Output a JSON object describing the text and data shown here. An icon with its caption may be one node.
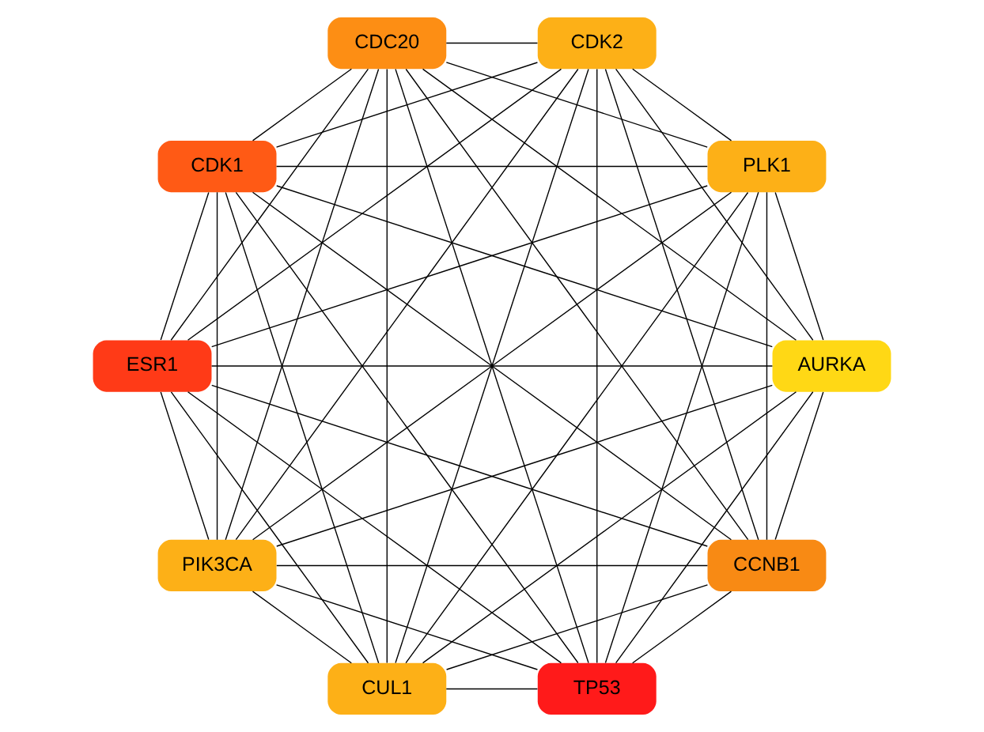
{
  "diagram": {
    "nodes": [
      {
        "text": [
          "CCNB1"
        ]
      },
      {
        "text": [
          "AURKA"
        ]
      },
      {
        "text": [
          "CUL1"
        ]
      },
      {
        "text": [
          "PIK3CA"
        ]
      },
      {
        "text": [
          "ESR1"
        ]
      },
      {
        "text": [
          "CDK1"
        ]
      },
      {
        "text": [
          "CDC20"
        ]
      },
      {
        "text": [
          "CDK2"
        ]
      },
      {
        "text": [
          "PLK1"
        ]
      },
      {
        "text": [
          "TP53"
        ]
      }
    ],
    "edges": [
      {
        "from": 0,
        "to": 1,
        "arrow": "none"
      },
      {
        "from": 0,
        "to": 2,
        "arrow": "none"
      },
      {
        "from": 0,
        "to": 3,
        "arrow": "none"
      },
      {
        "from": 0,
        "to": 4,
        "arrow": "none"
      },
      {
        "from": 0,
        "to": 5,
        "arrow": "none"
      },
      {
        "from": 0,
        "to": 6,
        "arrow": "none"
      },
      {
        "from": 0,
        "to": 7,
        "arrow": "none"
      },
      {
        "from": 0,
        "to": 8,
        "arrow": "none"
      },
      {
        "from": 0,
        "to": 9,
        "arrow": "none"
      },
      {
        "from": 1,
        "to": 2,
        "arrow": "none"
      },
      {
        "from": 1,
        "to": 3,
        "arrow": "none"
      },
      {
        "from": 1,
        "to": 4,
        "arrow": "none"
      },
      {
        "from": 1,
        "to": 5,
        "arrow": "none"
      },
      {
        "from": 1,
        "to": 6,
        "arrow": "none"
      },
      {
        "from": 1,
        "to": 7,
        "arrow": "none"
      },
      {
        "from": 1,
        "to": 8,
        "arrow": "none"
      },
      {
        "from": 1,
        "to": 9,
        "arrow": "none"
      },
      {
        "from": 2,
        "to": 3,
        "arrow": "none"
      },
      {
        "from": 2,
        "to": 4,
        "arrow": "none"
      },
      {
        "from": 2,
        "to": 5,
        "arrow": "none"
      },
      {
        "from": 2,
        "to": 6,
        "arrow": "none"
      },
      {
        "from": 2,
        "to": 7,
        "arrow": "none"
      },
      {
        "from": 2,
        "to": 8,
        "arrow": "none"
      },
      {
        "from": 2,
        "to": 9,
        "arrow": "none"
      },
      {
        "from": 3,
        "to": 4,
        "arrow": "none"
      },
      {
        "from": 3,
        "to": 5,
        "arrow": "none"
      },
      {
        "from": 3,
        "to": 6,
        "arrow": "none"
      },
      {
        "from": 3,
        "to": 7,
        "arrow": "none"
      },
      {
        "from": 3,
        "to": 8,
        "arrow": "none"
      },
      {
        "from": 3,
        "to": 9,
        "arrow": "none"
      },
      {
        "from": 4,
        "to": 5,
        "arrow": "none"
      },
      {
        "from": 4,
        "to": 6,
        "arrow": "none"
      },
      {
        "from": 4,
        "to": 7,
        "arrow": "none"
      },
      {
        "from": 4,
        "to": 8,
        "arrow": "none"
      },
      {
        "from": 4,
        "to": 9,
        "arrow": "none"
      },
      {
        "from": 5,
        "to": 6,
        "arrow": "none"
      },
      {
        "from": 5,
        "to": 7,
        "arrow": "none"
      },
      {
        "from": 5,
        "to": 8,
        "arrow": "none"
      },
      {
        "from": 5,
        "to": 9,
        "arrow": "none"
      },
      {
        "from": 6,
        "to": 7,
        "arrow": "none"
      },
      {
        "from": 6,
        "to": 8,
        "arrow": "none"
      },
      {
        "from": 6,
        "to": 9,
        "arrow": "none"
      },
      {
        "from": 7,
        "to": 8,
        "arrow": "none"
      },
      {
        "from": 7,
        "to": 9,
        "arrow": "none"
      },
      {
        "from": 8,
        "to": 9,
        "arrow": "none"
      }
    ]
  }
}
